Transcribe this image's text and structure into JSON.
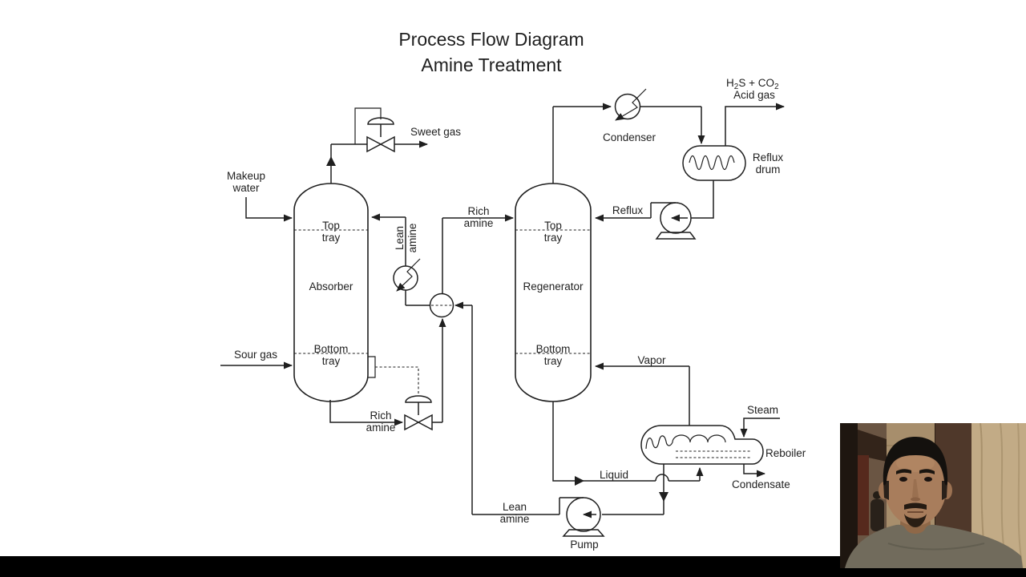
{
  "title": {
    "line1": "Process Flow Diagram",
    "line2": "Amine Treatment"
  },
  "columns": {
    "absorber": {
      "name": "Absorber",
      "top_tray": [
        "Top",
        "tray"
      ],
      "bottom_tray": [
        "Bottom",
        "tray"
      ]
    },
    "regenerator": {
      "name": "Regenerator",
      "top_tray": [
        "Top",
        "tray"
      ],
      "bottom_tray": [
        "Bottom",
        "tray"
      ]
    }
  },
  "streams": {
    "makeup_water": [
      "Makeup",
      "water"
    ],
    "sweet_gas": "Sweet gas",
    "sour_gas": "Sour gas",
    "rich_amine_bottoms": [
      "Rich",
      "amine"
    ],
    "lean_amine_cooled": [
      "Lean",
      "amine"
    ],
    "rich_amine_feed": [
      "Rich",
      "amine"
    ],
    "reflux": "Reflux",
    "acid_gas": {
      "p1": "H",
      "s1": "2",
      "p2": "S + CO",
      "s2": "2",
      "line2": "Acid gas"
    },
    "vapor": "Vapor",
    "steam": "Steam",
    "condensate": "Condensate",
    "liquid": "Liquid",
    "lean_amine_return": [
      "Lean",
      "amine"
    ]
  },
  "equipment": {
    "condenser": "Condenser",
    "reflux_drum": [
      "Reflux",
      "drum"
    ],
    "reboiler": "Reboiler",
    "pump": "Pump"
  },
  "colors": {
    "line": "#1f1f1f",
    "background": "#ffffff",
    "letterbox_bar": "#000000"
  }
}
